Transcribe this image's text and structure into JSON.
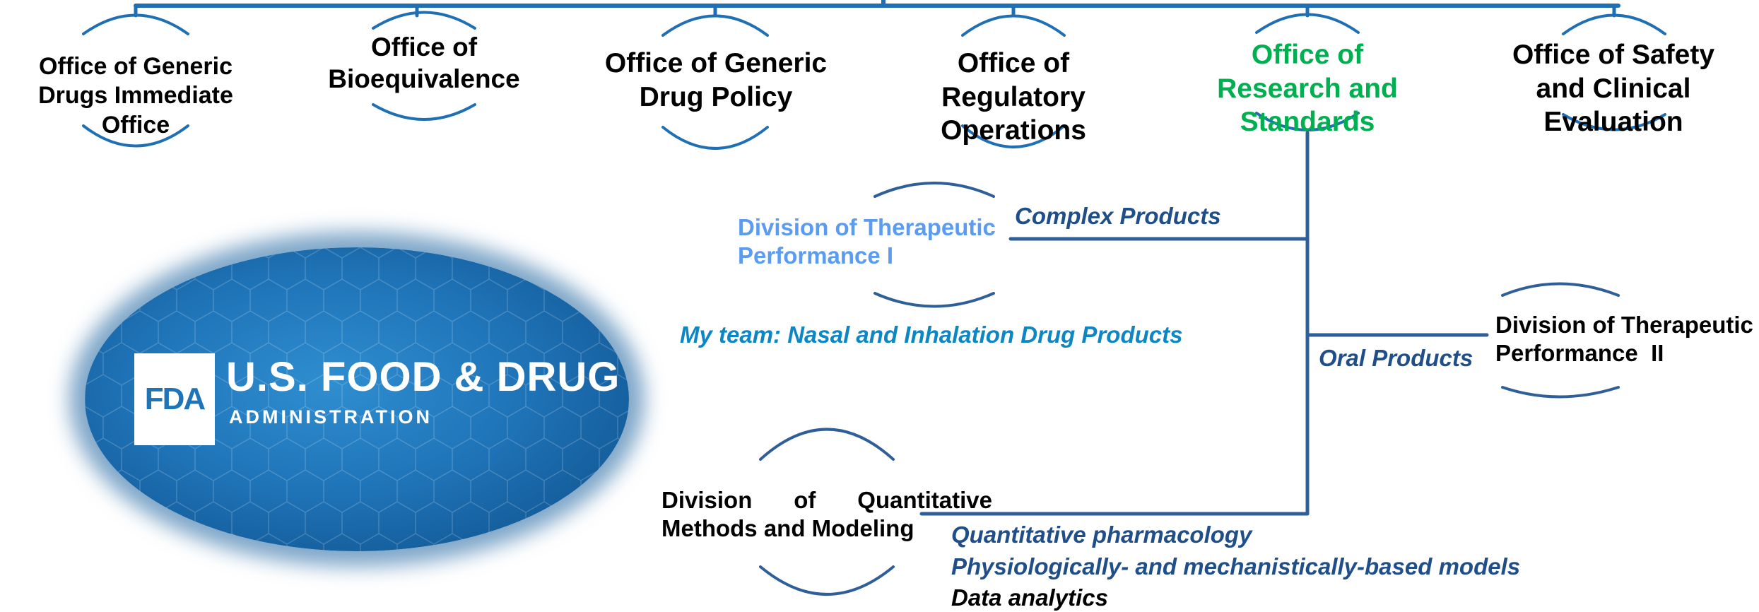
{
  "colors": {
    "line": "#2f5f98",
    "accent_green": "#00b050",
    "light_blue": "#5b9bf0",
    "team_blue": "#0d86c4",
    "italic_blue": "#1f4e89",
    "black": "#000000"
  },
  "offices": [
    {
      "name": "Office of Generic Drugs Immediate Office"
    },
    {
      "name": "Office of Bioequivalence"
    },
    {
      "name": "Office of Generic Drug Policy"
    },
    {
      "name": "Office of Regulatory Operations"
    },
    {
      "name": "Office of Research and Standards"
    },
    {
      "name": "Office of Safety and Clinical Evaluation"
    }
  ],
  "divisions": {
    "dtp1": {
      "name": "Division of Therapeutic Performance I",
      "branch": "Complex Products"
    },
    "team": "My team: Nasal and Inhalation Drug Products",
    "dtp2": {
      "name": "Division of Therapeutic Performance  II",
      "branch": "Oral Products"
    },
    "dqmm": {
      "name_line1": [
        "Division",
        "of",
        "Quantitative"
      ],
      "name_line2": "Methods and Modeling",
      "focus": [
        "Quantitative pharmacology",
        "Physiologically- and mechanistically-based models",
        "Data analytics"
      ]
    }
  },
  "logo": {
    "mark": "FDA",
    "line1": "U.S. FOOD & DRUG",
    "line2": "ADMINISTRATION"
  }
}
